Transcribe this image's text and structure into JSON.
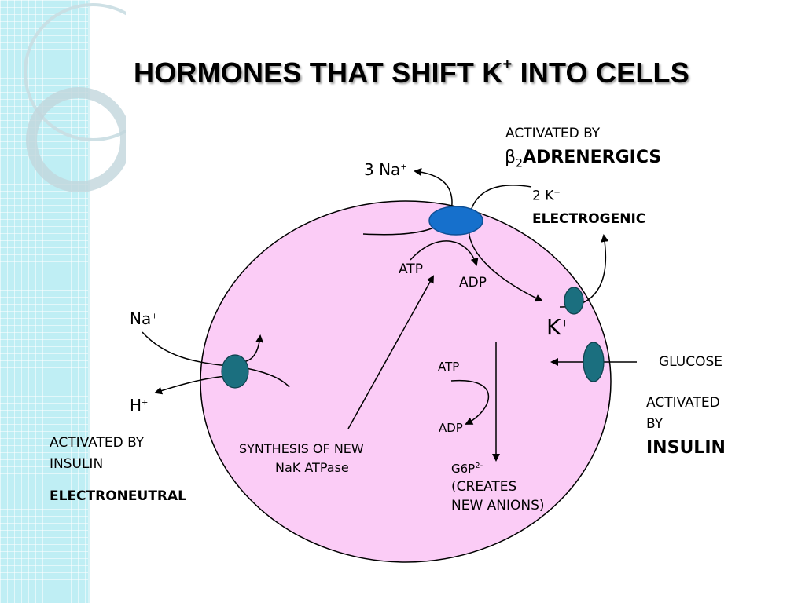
{
  "title": {
    "text": "HORMONES THAT SHIFT K",
    "sup": "+",
    "rest": " INTO CELLS"
  },
  "colors": {
    "cell": "#fbccf6",
    "pump": "#1670cc",
    "channel": "#1b6f7f",
    "sidebar": "#bfeef4"
  },
  "labels": {
    "three_na": "3 Na",
    "three_na_sup": "+",
    "activated_by_top": "ACTIVATED BY",
    "beta": "β",
    "beta_sub": "2",
    "adrenergics": "ADRENERGICS",
    "two_k": "2 K",
    "two_k_sup": "+",
    "electrogenic": "ELECTROGENIC",
    "atp_top": "ATP",
    "adp_top": "ADP",
    "na_left": "Na",
    "na_left_sup": "+",
    "k_cell": "K",
    "k_cell_sup": "+",
    "h_left": "H",
    "h_left_sup": "+",
    "glucose": "GLUCOSE",
    "atp_mid": "ATP",
    "adp_mid": "ADP",
    "activated_by_right_1": "ACTIVATED",
    "activated_by_right_2": "BY",
    "insulin_right": "INSULIN",
    "activated_by_left_1": "ACTIVATED BY",
    "activated_by_left_2": "INSULIN",
    "electroneutral": "ELECTRONEUTRAL",
    "synthesis_1": "SYNTHESIS OF NEW",
    "synthesis_2": "NaK ATPase",
    "g6p": "G6P",
    "g6p_sup": "2-",
    "creates_1": "(CREATES",
    "creates_2": "NEW ANIONS)"
  }
}
